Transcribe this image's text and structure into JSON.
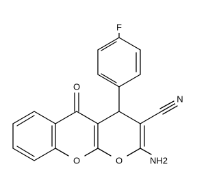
{
  "molecule": {
    "atoms": {
      "fluorine": "F",
      "ketone_oxygen": "O",
      "ring_oxygen_1": "O",
      "ring_oxygen_2": "O",
      "nitrile_nitrogen": "N",
      "amino_group": "NH2"
    }
  }
}
